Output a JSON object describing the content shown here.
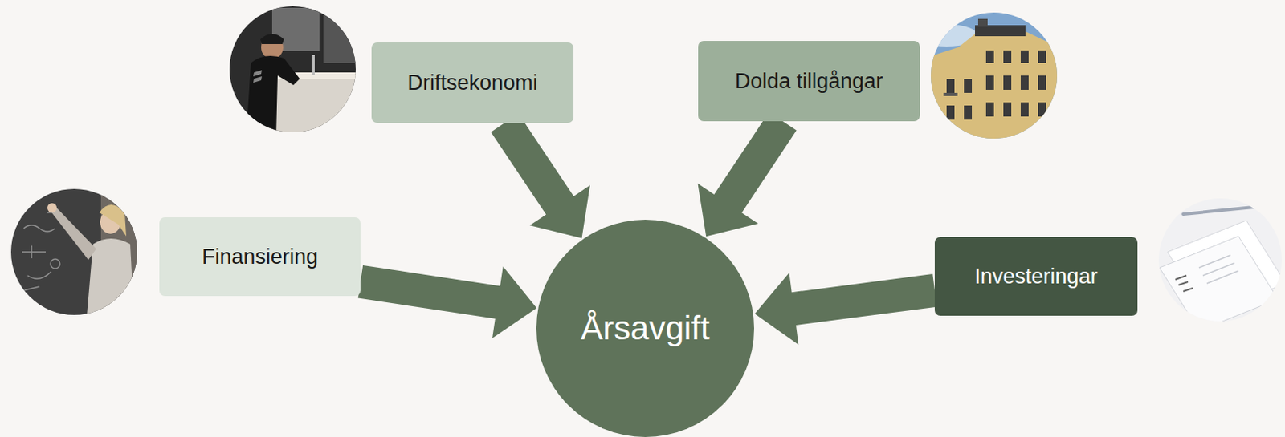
{
  "diagram": {
    "nodes": [
      {
        "text": [
          "Driftsekonomi"
        ]
      },
      {
        "text": [
          "Dolda tillgångar"
        ]
      },
      {
        "text": [
          "Finansiering"
        ]
      },
      {
        "text": [
          "Årsavgift"
        ]
      },
      {
        "text": [
          "Investeringar"
        ]
      }
    ],
    "edges": [
      {
        "from": 0,
        "to": 3,
        "arrow": "to"
      },
      {
        "from": 1,
        "to": 3,
        "arrow": "to"
      },
      {
        "from": 2,
        "to": 3,
        "arrow": "to"
      },
      {
        "from": 4,
        "to": 3,
        "arrow": "to"
      }
    ]
  }
}
